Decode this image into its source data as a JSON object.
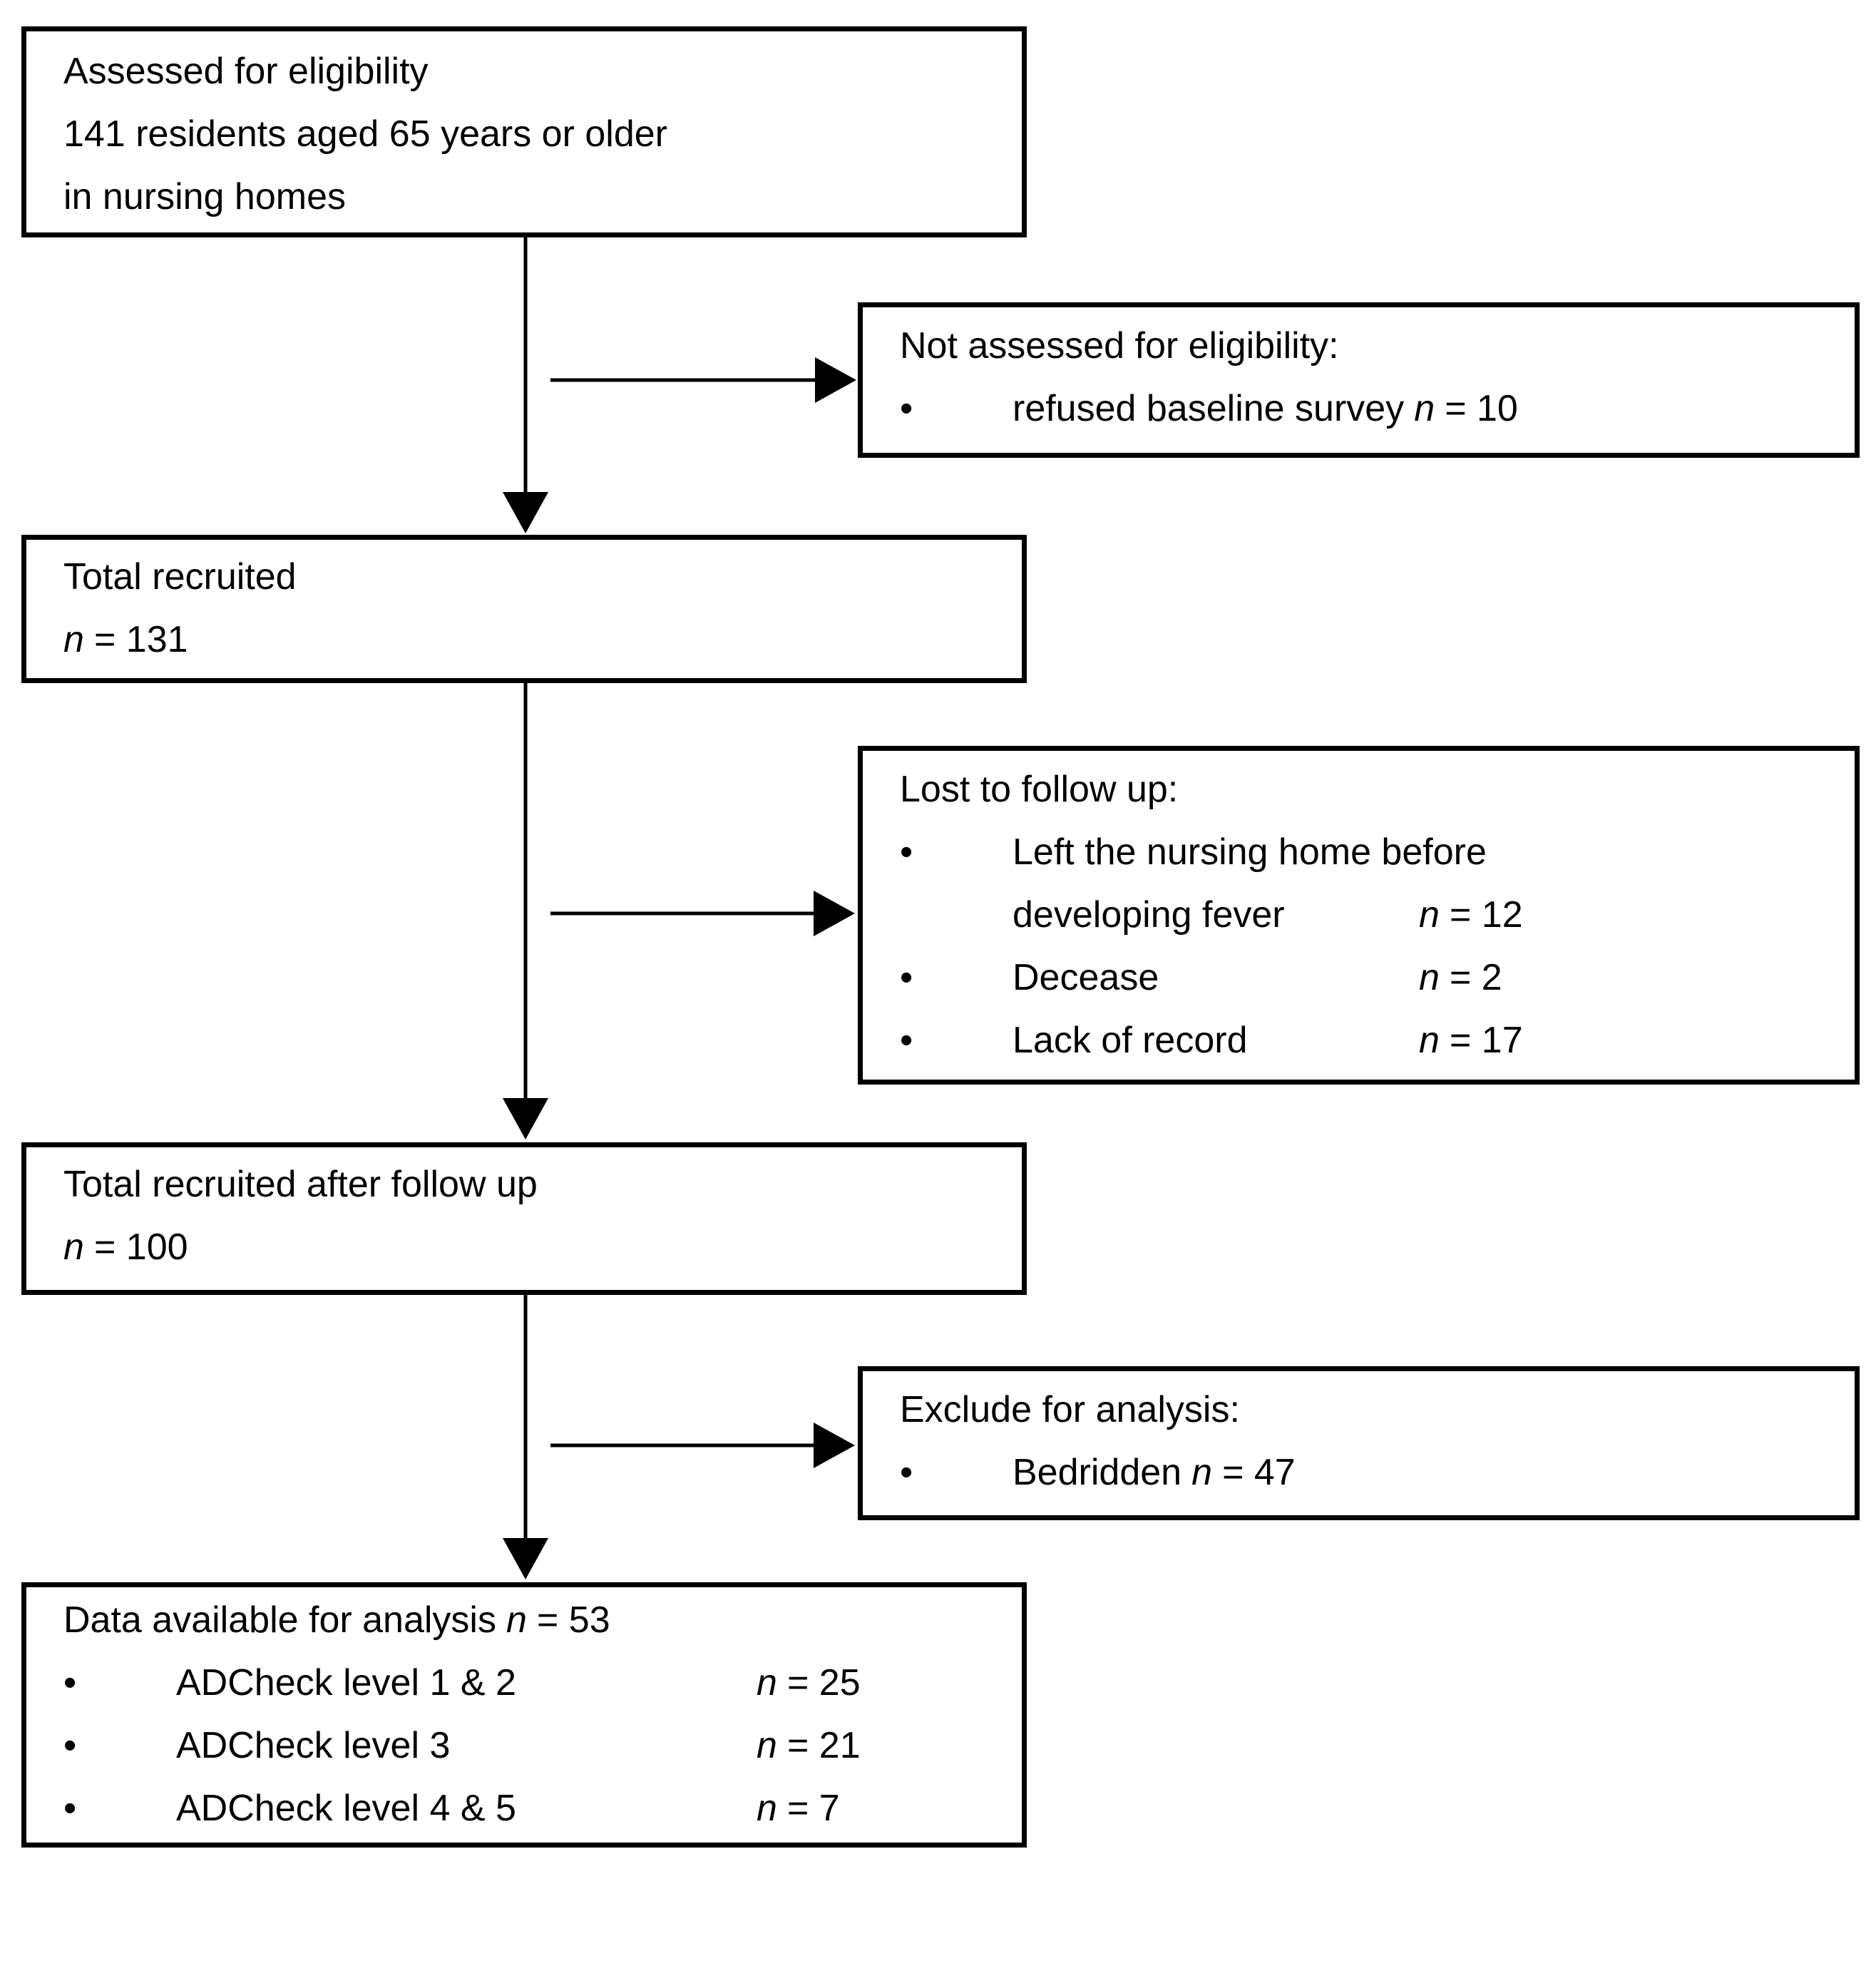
{
  "n_symbol": "n",
  "bullet": "•",
  "colors": {
    "background": "#ffffff",
    "box_border": "#000000",
    "text": "#000000",
    "arrow": "#000000"
  },
  "boxes": {
    "assessed": {
      "lines": [
        "Assessed for eligibility",
        "141 residents aged 65 years or older",
        "in nursing homes"
      ]
    },
    "not_assessed": {
      "title": "Not assessed for eligibility:",
      "items": [
        {
          "label": "refused baseline survey",
          "value": "= 10"
        }
      ]
    },
    "total_recruited": {
      "title": "Total recruited",
      "value": "= 131"
    },
    "lost_followup": {
      "title": "Lost to follow up:",
      "items": [
        {
          "label_line1": "Left the nursing home before",
          "label_line2": "developing fever",
          "value": "= 12"
        },
        {
          "label_line1": "Decease",
          "value": "= 2"
        },
        {
          "label_line1": "Lack of record",
          "value": "= 17"
        }
      ]
    },
    "total_after_followup": {
      "title": "Total recruited after follow up",
      "value": "= 100"
    },
    "exclude": {
      "title": "Exclude for analysis:",
      "items": [
        {
          "label": "Bedridden",
          "value": "= 47"
        }
      ]
    },
    "data_available": {
      "title": "Data available for analysis",
      "value": "= 53",
      "items": [
        {
          "label": "ADCheck level 1 & 2",
          "value": "= 25"
        },
        {
          "label": "ADCheck level 3",
          "value": "= 21"
        },
        {
          "label": "ADCheck level 4 & 5",
          "value": "= 7"
        }
      ]
    }
  }
}
